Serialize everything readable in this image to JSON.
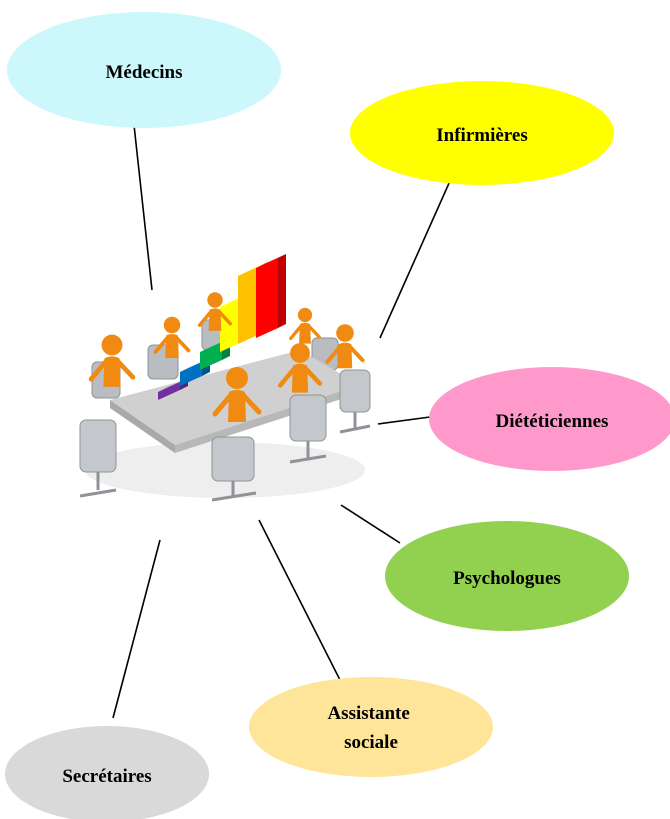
{
  "nodes": [
    {
      "id": "medecins",
      "lines": [
        "Médecins"
      ],
      "color": "#ccf7fb"
    },
    {
      "id": "infirmieres",
      "lines": [
        "Infirmières"
      ],
      "color": "#ffff00"
    },
    {
      "id": "dieteticiennes",
      "lines": [
        "Diététiciennes"
      ],
      "color": "#ff99cc"
    },
    {
      "id": "psychologues",
      "lines": [
        "Psychologues"
      ],
      "color": "#92d050"
    },
    {
      "id": "assistante",
      "lines": [
        "Assistante",
        "sociale"
      ],
      "color": "#ffe599"
    },
    {
      "id": "secretaires",
      "lines": [
        "Secrétaires"
      ],
      "color": "#d9d9d9"
    }
  ],
  "illustration": {
    "subject": "meeting-table-with-bar-chart",
    "bar_colors": [
      "#7030a0",
      "#0070c0",
      "#00b050",
      "#ffff00",
      "#ffc000",
      "#ff0000"
    ],
    "figure_color": "#f08a10",
    "table_color": "#d0d0d0"
  }
}
